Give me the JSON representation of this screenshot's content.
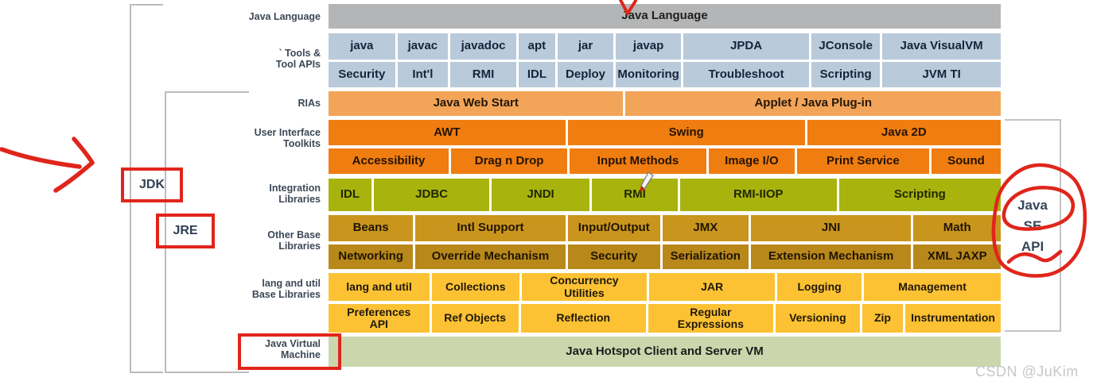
{
  "page": {
    "watermark": "CSDN @JuKim"
  },
  "annotations": {
    "jdk_label": "JDK",
    "jre_label": "JRE",
    "java_se_api_label": "Java\nSE\nAPI",
    "red_color": "#e0251b",
    "bracket_color": "#bcbcbc",
    "cursor": "pencil-cursor-over-rmi"
  },
  "side_labels": [
    {
      "text": "Java Language"
    },
    {
      "text": "` Tools &\nTool APIs"
    },
    {
      "text": "RIAs"
    },
    {
      "text": "User Interface\nToolkits"
    },
    {
      "text": "Integration\nLibraries"
    },
    {
      "text": "Other Base\nLibraries"
    },
    {
      "text": "lang and util\nBase Libraries"
    },
    {
      "text": "Java Virtual\nMachine"
    }
  ],
  "palette": {
    "gray": {
      "bg": "#b4b5b6",
      "fg": "#202020"
    },
    "steel": {
      "bg": "#b9cada",
      "fg": "#17233c"
    },
    "light_orange": {
      "bg": "#f2a459",
      "fg": "#241708"
    },
    "orange": {
      "bg": "#f07d10",
      "fg": "#241403"
    },
    "olive": {
      "bg": "#a9b30d",
      "fg": "#1f2600"
    },
    "gold_light": {
      "bg": "#ca951d",
      "fg": "#201503"
    },
    "gold_dark": {
      "bg": "#b9881a",
      "fg": "#201503"
    },
    "amber": {
      "bg": "#fcc233",
      "fg": "#20180a"
    },
    "sage": {
      "bg": "#cbd6ac",
      "fg": "#1c1c1c"
    }
  },
  "diagram": {
    "rows": [
      {
        "name": "java-language",
        "color": "gray",
        "cells": [
          {
            "label": "Java Language"
          }
        ]
      },
      {
        "name": "tools-1",
        "color": "steel",
        "cells": [
          {
            "label": "java"
          },
          {
            "label": "javac"
          },
          {
            "label": "javadoc"
          },
          {
            "label": "apt"
          },
          {
            "label": "jar"
          },
          {
            "label": "javap"
          },
          {
            "label": "JPDA"
          },
          {
            "label": "JConsole"
          },
          {
            "label": "Java VisualVM"
          }
        ]
      },
      {
        "name": "tools-2",
        "color": "steel",
        "cells": [
          {
            "label": "Security"
          },
          {
            "label": "Int'l"
          },
          {
            "label": "RMI"
          },
          {
            "label": "IDL"
          },
          {
            "label": "Deploy"
          },
          {
            "label": "Monitoring"
          },
          {
            "label": "Troubleshoot"
          },
          {
            "label": "Scripting"
          },
          {
            "label": "JVM TI"
          }
        ]
      },
      {
        "name": "rias",
        "color": "light_orange",
        "cells": [
          {
            "label": "Java Web Start"
          },
          {
            "label": "Applet / Java Plug-in"
          }
        ]
      },
      {
        "name": "ui-toolkits-1",
        "color": "orange",
        "cells": [
          {
            "label": "AWT"
          },
          {
            "label": "Swing"
          },
          {
            "label": "Java 2D"
          }
        ]
      },
      {
        "name": "ui-toolkits-2",
        "color": "orange",
        "cells": [
          {
            "label": "Accessibility"
          },
          {
            "label": "Drag n Drop"
          },
          {
            "label": "Input Methods"
          },
          {
            "label": "Image I/O"
          },
          {
            "label": "Print Service"
          },
          {
            "label": "Sound"
          }
        ]
      },
      {
        "name": "integration-libraries",
        "color": "olive",
        "cells": [
          {
            "label": "IDL"
          },
          {
            "label": "JDBC"
          },
          {
            "label": "JNDI"
          },
          {
            "label": "RMI"
          },
          {
            "label": "RMI-IIOP"
          },
          {
            "label": "Scripting"
          }
        ]
      },
      {
        "name": "other-base-1",
        "color": "gold_light",
        "cells": [
          {
            "label": "Beans"
          },
          {
            "label": "Intl Support"
          },
          {
            "label": "Input/Output"
          },
          {
            "label": "JMX"
          },
          {
            "label": "JNI"
          },
          {
            "label": "Math"
          }
        ]
      },
      {
        "name": "other-base-2",
        "color": "gold_dark",
        "cells": [
          {
            "label": "Networking"
          },
          {
            "label": "Override Mechanism"
          },
          {
            "label": "Security"
          },
          {
            "label": "Serialization"
          },
          {
            "label": "Extension Mechanism"
          },
          {
            "label": "XML JAXP"
          }
        ]
      },
      {
        "name": "lang-util-1",
        "color": "amber",
        "cells": [
          {
            "label": "lang and util"
          },
          {
            "label": "Collections"
          },
          {
            "label": "Concurrency\nUtilities"
          },
          {
            "label": "JAR"
          },
          {
            "label": "Logging"
          },
          {
            "label": "Management"
          }
        ]
      },
      {
        "name": "lang-util-2",
        "color": "amber",
        "cells": [
          {
            "label": "Preferences\nAPI"
          },
          {
            "label": "Ref Objects"
          },
          {
            "label": "Reflection"
          },
          {
            "label": "Regular\nExpressions"
          },
          {
            "label": "Versioning"
          },
          {
            "label": "Zip"
          },
          {
            "label": "Instrumentation"
          }
        ]
      },
      {
        "name": "jvm",
        "color": "sage",
        "cells": [
          {
            "label": "Java Hotspot Client and Server VM"
          }
        ]
      }
    ]
  }
}
